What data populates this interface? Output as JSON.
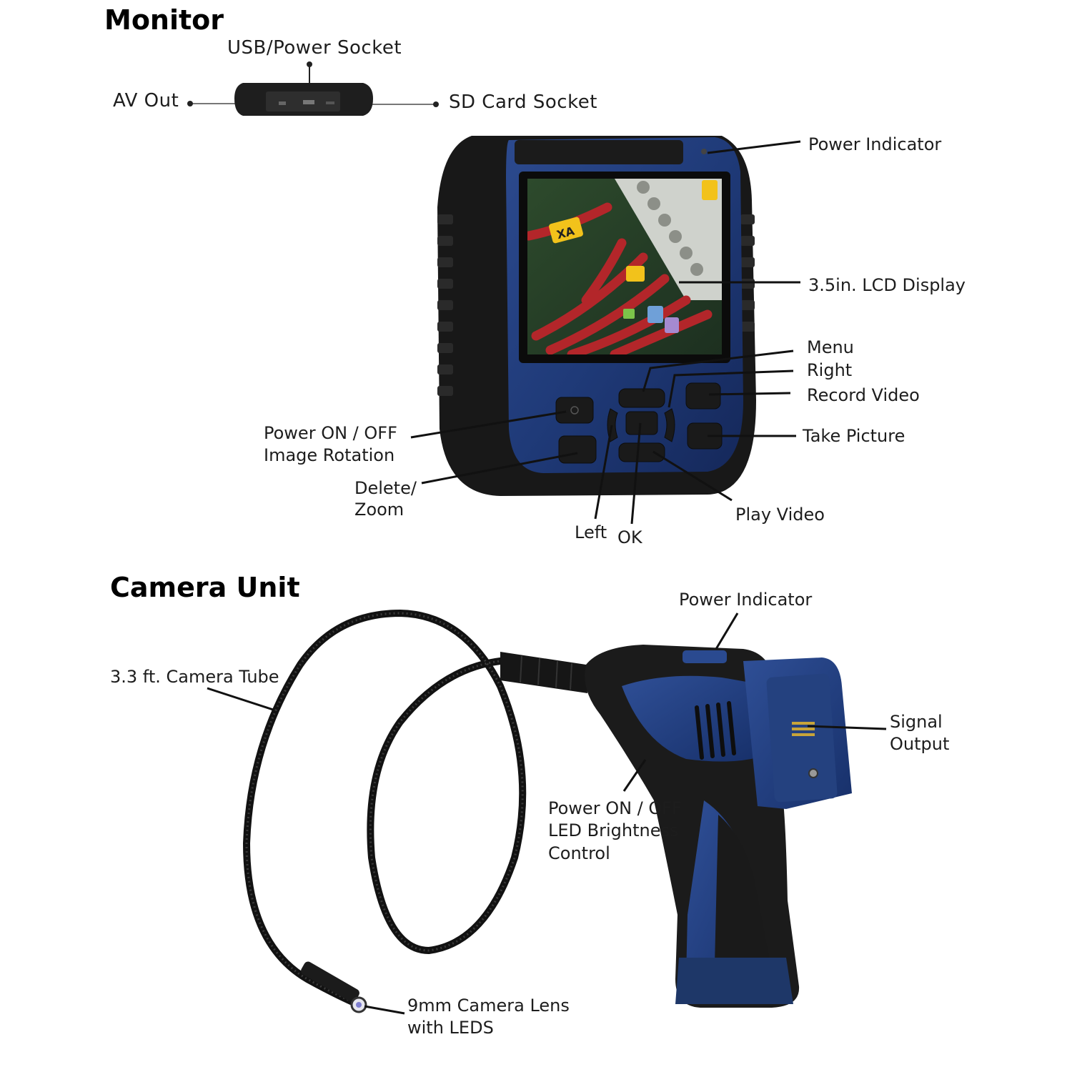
{
  "sections": {
    "monitor": "Monitor",
    "camera_unit": "Camera Unit"
  },
  "monitor_labels": {
    "usb_power_socket": "USB/Power Socket",
    "av_out": "AV Out",
    "sd_card_socket": "SD Card Socket",
    "power_indicator": "Power Indicator",
    "lcd_display": "3.5in. LCD Display",
    "menu": "Menu",
    "right": "Right",
    "record_video": "Record Video",
    "take_picture": "Take Picture",
    "power_on_off": "Power ON / OFF",
    "image_rotation": "Image Rotation",
    "delete": "Delete/",
    "zoom": "Zoom",
    "left": "Left",
    "ok": "OK",
    "play_video": "Play Video"
  },
  "camera_labels": {
    "power_indicator": "Power Indicator",
    "camera_tube": "3.3 ft. Camera Tube",
    "signal": "Signal",
    "output": "Output",
    "power_on_off": "Power ON / OFF",
    "led_brightness": "LED Brightness",
    "control": "Control",
    "lens": "9mm Camera Lens",
    "with_leds": "with LEDS"
  },
  "screen_text": {
    "marker": "XA"
  },
  "colors": {
    "device_blue": "#1f3a78",
    "rubber_black": "#1e1e1e",
    "cable_red": "#b3262a",
    "label_yellow": "#f2c21b"
  }
}
